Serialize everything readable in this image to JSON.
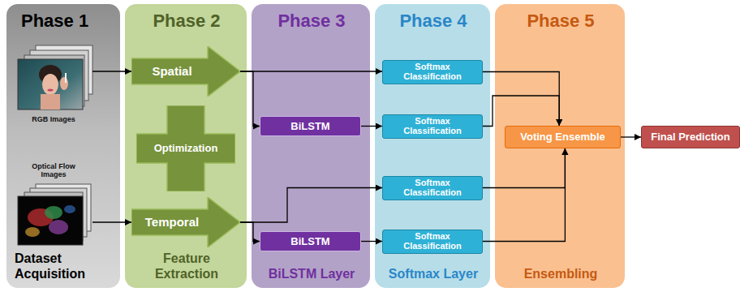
{
  "diagram": {
    "nodes": [
      {
        "text": [
          "Phase 1",
          "Dataset Acquisition"
        ]
      },
      {
        "text": [
          "RGB Images"
        ],
        "in": 0
      },
      {
        "text": [
          "Optical Flow Images"
        ],
        "in": 0
      },
      {
        "text": [
          "Phase 2",
          "Feature Extraction"
        ]
      },
      {
        "text": [
          "Spatial"
        ],
        "in": 3
      },
      {
        "text": [
          "Optimization"
        ],
        "in": 3
      },
      {
        "text": [
          "Temporal"
        ],
        "in": 3
      },
      {
        "text": [
          "Phase 3",
          "BiLSTM Layer"
        ]
      },
      {
        "text": [
          "BiLSTM"
        ],
        "in": 7
      },
      {
        "text": [
          "BiLSTM"
        ],
        "in": 7
      },
      {
        "text": [
          "Phase 4",
          "Softmax Layer"
        ]
      },
      {
        "text": [
          "Softmax Classification"
        ],
        "in": 10
      },
      {
        "text": [
          "Softmax Classification"
        ],
        "in": 10
      },
      {
        "text": [
          "Softmax Classification"
        ],
        "in": 10
      },
      {
        "text": [
          "Softmax Classification"
        ],
        "in": 10
      },
      {
        "text": [
          "Phase 5",
          "Ensembling"
        ]
      },
      {
        "text": [
          "Voting Ensemble"
        ],
        "in": 15
      },
      {
        "text": [
          "Final Prediction"
        ]
      }
    ],
    "edges": [
      {
        "from": 1,
        "to": 4,
        "arrow": "to"
      },
      {
        "from": 2,
        "to": 6,
        "arrow": "to"
      },
      {
        "from": 4,
        "to": 11,
        "arrow": "to"
      },
      {
        "from": 4,
        "to": 8,
        "arrow": "to"
      },
      {
        "from": 8,
        "to": 12,
        "arrow": "to"
      },
      {
        "from": 6,
        "to": 13,
        "arrow": "to"
      },
      {
        "from": 6,
        "to": 9,
        "arrow": "to"
      },
      {
        "from": 9,
        "to": 14,
        "arrow": "to"
      },
      {
        "from": 11,
        "to": 16,
        "arrow": "to"
      },
      {
        "from": 12,
        "to": 16,
        "arrow": "to"
      },
      {
        "from": 13,
        "to": 16,
        "arrow": "to"
      },
      {
        "from": 14,
        "to": 16,
        "arrow": "to"
      },
      {
        "from": 16,
        "to": 17,
        "arrow": "to"
      }
    ]
  }
}
